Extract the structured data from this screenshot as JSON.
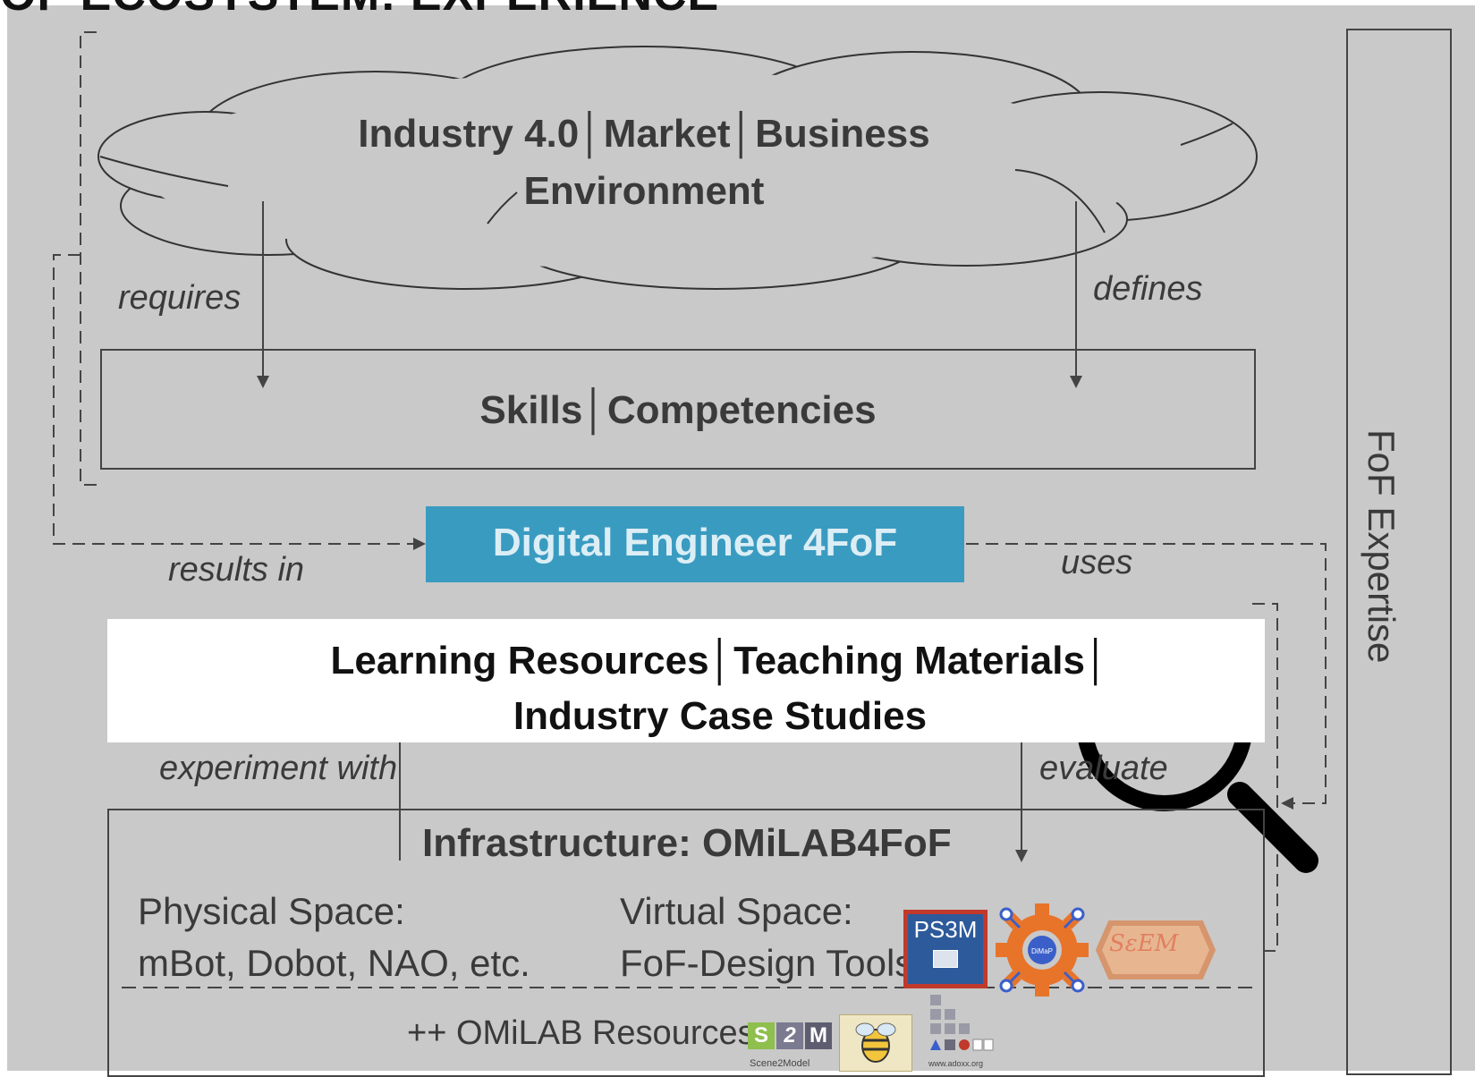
{
  "header": {
    "title_fragment": "OF ECOSYSTEM: EXPERIENCE"
  },
  "cloud": {
    "line1": "Industry 4.0│Market│Business",
    "line2": "Environment"
  },
  "skills": {
    "label": "Skills│Competencies"
  },
  "digital_engineer": {
    "label": "Digital Engineer 4FoF"
  },
  "learning": {
    "line1": "Learning Resources│Teaching Materials│",
    "line2": "Industry Case Studies"
  },
  "infrastructure": {
    "title": "Infrastructure: OMiLAB4FoF",
    "physical": {
      "line1": "Physical Space:",
      "line2": "mBot, Dobot, NAO, etc."
    },
    "virtual": {
      "line1": "Virtual Space:",
      "line2": "FoF-Design Tools"
    },
    "resources_label": "++ OMiLAB Resources:"
  },
  "edge_labels": {
    "requires": "requires",
    "defines": "defines",
    "results_in": "results in",
    "uses": "uses",
    "experiment_with": "experiment with",
    "evaluate": "evaluate"
  },
  "side_panel": {
    "label": "FoF Expertise"
  },
  "logos": {
    "ps3m": "PS3M",
    "dimap": "DiMaP",
    "seem": "SεEM",
    "scene2model_letters": [
      "S",
      "2",
      "M"
    ],
    "scene2model_caption": "Scene2Model",
    "adoxx_caption": "www.adoxx.org"
  },
  "colors": {
    "background": "#c9c9c9",
    "digital_engineer_fill": "#3a9bc1",
    "digital_engineer_text": "#dceef5",
    "line": "#444444",
    "text": "#3a3a3a",
    "dimap_orange": "#e8742a",
    "dimap_blue": "#3b5fc9",
    "seem_orange": "#e08060"
  }
}
